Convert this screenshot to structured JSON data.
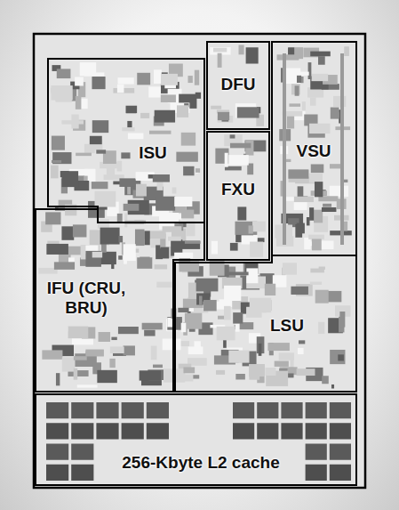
{
  "diagram": {
    "nodes": [
      {
        "text": [
          "ISU"
        ]
      },
      {
        "text": [
          "DFU"
        ]
      },
      {
        "text": [
          "FXU"
        ]
      },
      {
        "text": [
          "VSU"
        ]
      },
      {
        "text": [
          "IFU (CRU, BRU)"
        ]
      },
      {
        "text": [
          "LSU"
        ]
      },
      {
        "text": [
          "256-Kbyte L2 cache"
        ]
      }
    ]
  }
}
